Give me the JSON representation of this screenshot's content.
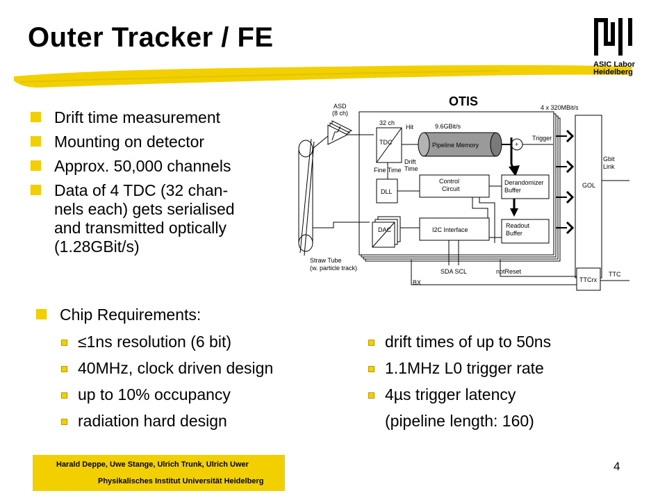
{
  "title": "Outer Tracker / FE",
  "logo": {
    "line1": "ASIC Labor",
    "line2": "Heidelberg"
  },
  "bullets": [
    "Drift time measurement",
    "Mounting on detector",
    "Approx. 50,000 channels",
    "Data of 4 TDC (32 chan-",
    "nels each) gets serialised",
    "and transmitted optically",
    "(1.28GBit/s)"
  ],
  "requirements": {
    "heading": "Chip Requirements:",
    "left": [
      "≤1ns resolution (6 bit)",
      "40MHz, clock driven design",
      "up to 10% occupancy",
      "radiation hard design"
    ],
    "right": [
      "drift times of up to 50ns",
      "1.1MHz L0 trigger rate",
      "4µs trigger latency"
    ],
    "right_note": "(pipeline length: 160)"
  },
  "diagram": {
    "otis": "OTIS",
    "rate4x": "4 x 320MBit/s",
    "asd1": "ASD",
    "asd2": "(8 ch)",
    "ch32": "32 ch",
    "hit": "Hit",
    "rate96": "9.6GBit/s",
    "tdc": "TDC",
    "pipeline": "Pipeline Memory",
    "plus": "+",
    "trigger": "Trigger",
    "drift1": "Drift",
    "drift2": "Time",
    "fine": "Fine Time",
    "gbit1": "Gbit",
    "gbit2": "Link",
    "control1": "Control",
    "control2": "Circuit",
    "derand1": "Derandomizer",
    "derand2": "Buffer",
    "dll": "DLL",
    "gol": "GOL",
    "dac": "DAC",
    "i2c": "I2C Interface",
    "readout1": "Readout",
    "readout2": "Buffer",
    "straw1": "Straw Tube",
    "straw2": "(w. particle track)",
    "sdascl": "SDA SCL",
    "notreset": "notReset",
    "bx": "BX",
    "ttcrx": "TTCrx",
    "ttc": "TTC"
  },
  "footer": {
    "authors": "Harald Deppe, Uwe Stange, Ulrich Trunk, Ulrich Uwer",
    "institute": "Physikalisches Institut Universität Heidelberg"
  },
  "page_number": "4",
  "colors": {
    "accent": "#f2d000"
  }
}
